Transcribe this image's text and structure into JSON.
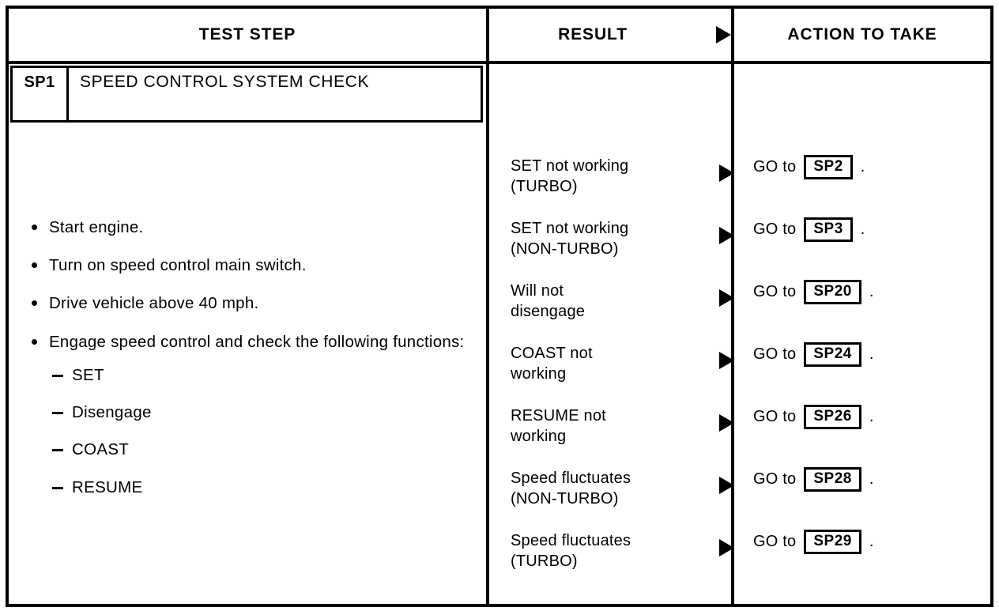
{
  "header": {
    "test_step": "TEST STEP",
    "result": "RESULT",
    "action_to_take": "ACTION TO TAKE",
    "result_arrow_icon": "right-triangle-icon"
  },
  "test_step": {
    "code": "SP1",
    "title": "SPEED CONTROL SYSTEM CHECK",
    "bullets": [
      "Start engine.",
      "Turn on speed control main switch.",
      "Drive vehicle above 40 mph.",
      "Engage speed control and check the following functions:"
    ],
    "subitems": [
      "SET",
      "Disengage",
      "COAST",
      "RESUME"
    ]
  },
  "rows": [
    {
      "result": "SET not working\n(TURBO)",
      "arrow_icon": "right-triangle-icon",
      "goto_label": "GO to",
      "target": "SP2",
      "period": "."
    },
    {
      "result": "SET not working\n(NON-TURBO)",
      "arrow_icon": "right-triangle-icon",
      "goto_label": "GO to",
      "target": "SP3",
      "period": "."
    },
    {
      "result": "Will not\ndisengage",
      "arrow_icon": "right-triangle-icon",
      "goto_label": "GO to",
      "target": "SP20",
      "period": "."
    },
    {
      "result": "COAST not\nworking",
      "arrow_icon": "right-triangle-icon",
      "goto_label": "GO to",
      "target": "SP24",
      "period": "."
    },
    {
      "result": "RESUME not\nworking",
      "arrow_icon": "right-triangle-icon",
      "goto_label": "GO to",
      "target": "SP26",
      "period": "."
    },
    {
      "result": "Speed fluctuates\n(NON-TURBO)",
      "arrow_icon": "right-triangle-icon",
      "goto_label": "GO to",
      "target": "SP28",
      "period": "."
    },
    {
      "result": "Speed fluctuates\n(TURBO)",
      "arrow_icon": "right-triangle-icon",
      "goto_label": "GO to",
      "target": "SP29",
      "period": "."
    }
  ],
  "colors": {
    "ink": "#000000",
    "paper": "#ffffff"
  }
}
